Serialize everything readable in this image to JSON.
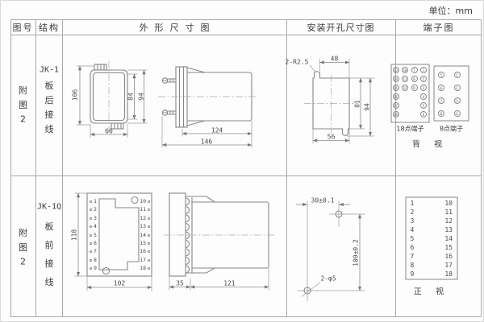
{
  "unit_label": "单位：mm",
  "headers": {
    "figure": "图号",
    "structure": "结构",
    "outline": "外形尺寸图",
    "mounting": "安装开孔尺寸图",
    "terminal": "端子图"
  },
  "rows": [
    {
      "figure": [
        "附",
        "图",
        "2"
      ],
      "model": "JK-1",
      "wiring": [
        "板",
        "后",
        "接",
        "线"
      ],
      "outline_dims": {
        "overall_height": "106",
        "inner_height": "84",
        "case_height": "94",
        "width": "60",
        "body_depth": "124",
        "overall_depth": "146"
      },
      "mounting_dims": {
        "slot_radius": "2-R2.5",
        "top_width": "48",
        "cutout_height": "81",
        "overall_height": "94",
        "bottom_width": "56"
      },
      "terminal": {
        "block18_label": "18点端子",
        "block18": [
          [
            "13",
            "10",
            "7",
            "1"
          ],
          [
            "14",
            "11",
            "8",
            "2"
          ],
          [
            "15",
            "12",
            "9",
            "3"
          ],
          [
            "16",
            "",
            "",
            "4"
          ],
          [
            "17",
            "",
            "",
            "5"
          ],
          [
            "18",
            "",
            "",
            "6"
          ]
        ],
        "block8_label": "8点端子",
        "block8": [
          [
            "5",
            "1"
          ],
          [
            "6",
            "2"
          ],
          [
            "7",
            "3"
          ],
          [
            "8",
            "4"
          ]
        ],
        "view_label": "背 视"
      }
    },
    {
      "figure": [
        "附",
        "图",
        "2"
      ],
      "model": "JK-1Q",
      "wiring": [
        "板",
        "前",
        "接",
        "线"
      ],
      "outline_dims": {
        "height": "118",
        "width": "102",
        "flange_depth": "35",
        "body_depth": "121"
      },
      "front_terminals_left": [
        "1",
        "2",
        "3",
        "4",
        "5",
        "6",
        "7",
        "8",
        "9"
      ],
      "front_terminals_right": [
        "10",
        "11",
        "12",
        "13",
        "14",
        "15",
        "16",
        "17",
        "18"
      ],
      "mounting_dims": {
        "horizontal": "30±0.1",
        "vertical": "100±0.2",
        "holes": "2-φ5"
      },
      "terminal": {
        "left": [
          "1",
          "2",
          "3",
          "4",
          "5",
          "6",
          "7",
          "8",
          "9"
        ],
        "right": [
          "10",
          "11",
          "12",
          "13",
          "14",
          "15",
          "16",
          "17",
          "18"
        ],
        "view_label": "正 视"
      }
    }
  ]
}
